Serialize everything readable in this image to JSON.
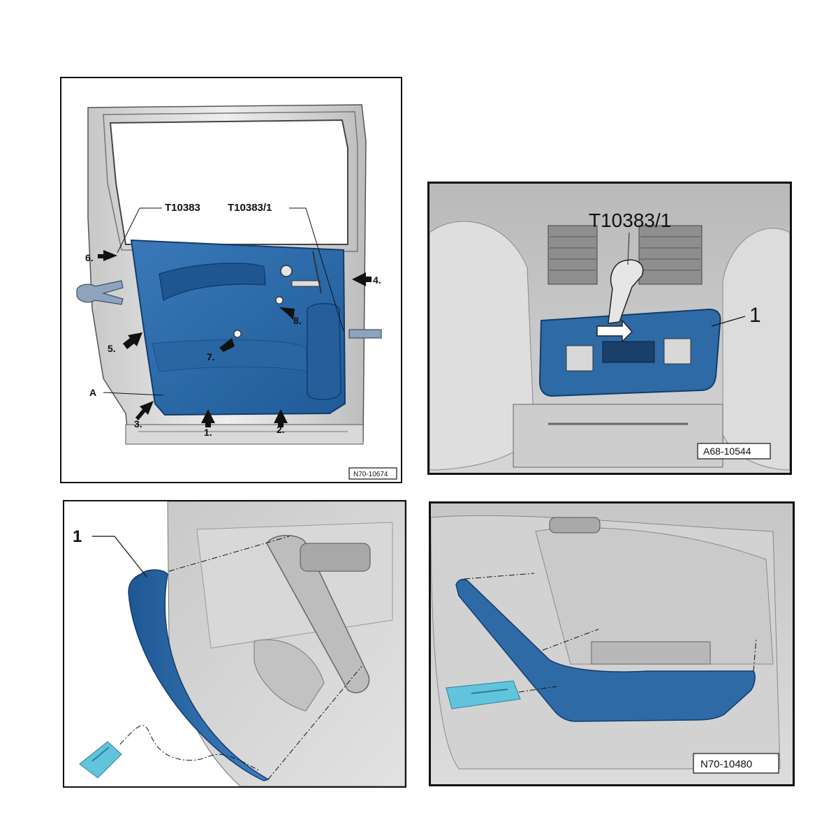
{
  "panel1": {
    "tool_labels": [
      "T10383",
      "T10383/1"
    ],
    "step_labels": [
      "1.",
      "2.",
      "3.",
      "4.",
      "5.",
      "6.",
      "7.",
      "8."
    ],
    "part_label": "A",
    "code": "N70-10674"
  },
  "panel2": {
    "tool_label": "T10383/1",
    "part_label": "1",
    "code": "A68-10544"
  },
  "panel3": {
    "part_label": "1"
  },
  "panel4": {
    "code": "N70-10480"
  },
  "colors": {
    "part_blue": "#2e6aa6",
    "tool_cyan": "#62c3dc",
    "interior_gray": "#cfcfcf"
  }
}
